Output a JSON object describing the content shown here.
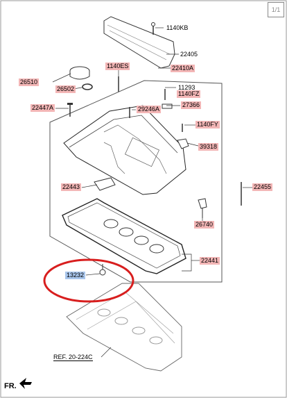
{
  "page_indicator": "1/1",
  "parts": {
    "p1140KB": "1140KB",
    "p22405": "22405",
    "p22410A": "22410A",
    "p1140ES": "1140ES",
    "p26510": "26510",
    "p26502": "26502",
    "p11293": "11293",
    "p1140FZ": "1140FZ",
    "p27366": "27366",
    "p22447A": "22447A",
    "p29246A": "29246A",
    "p1140FY": "1140FY",
    "p39318": "39318",
    "p22443": "22443",
    "p22455": "22455",
    "p26740": "26740",
    "p22441": "22441",
    "p13232": "13232"
  },
  "reference": "REF. 20-224C",
  "direction": "FR.",
  "colors": {
    "highlight": "#f3b6b6",
    "selected": "#a9c6ec",
    "circle": "#d81e1e"
  }
}
